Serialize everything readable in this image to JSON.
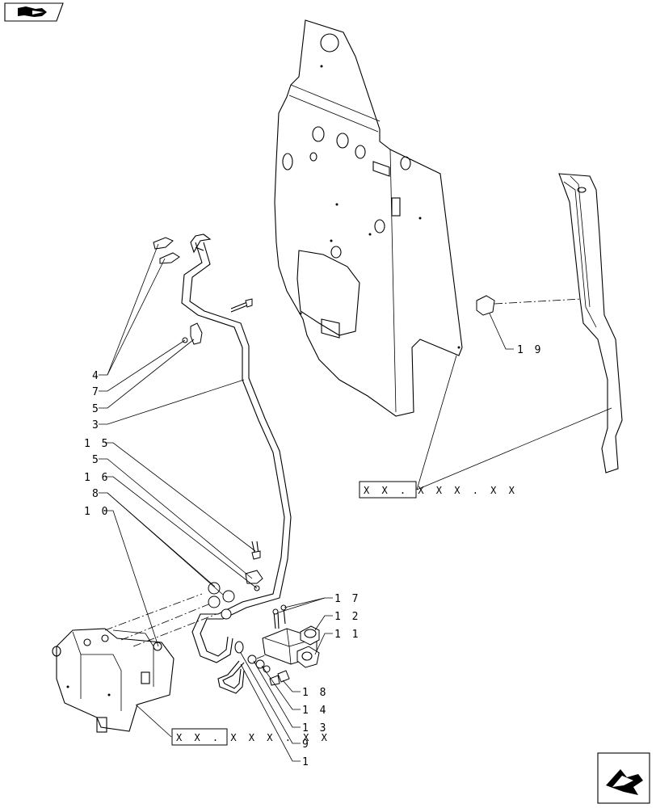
{
  "callouts": {
    "c4": "4",
    "c7": "7",
    "c5a": "5",
    "c3": "3",
    "c15": "1 5",
    "c5b": "5",
    "c16": "1 6",
    "c8": "8",
    "c10": "1 0",
    "c17": "1 7",
    "c12": "1 2",
    "c11": "1 1",
    "c18": "1 8",
    "c14": "1 4",
    "c13": "1 3",
    "c9": "9",
    "c1": "1",
    "c19": "1 9"
  },
  "references": {
    "ref_upper": "X X . X X X . X X",
    "ref_lower": "X X . X X X . X X"
  },
  "icons": {
    "top_left": "book-arrow-icon",
    "bottom_right": "next-page-arrow-icon"
  }
}
